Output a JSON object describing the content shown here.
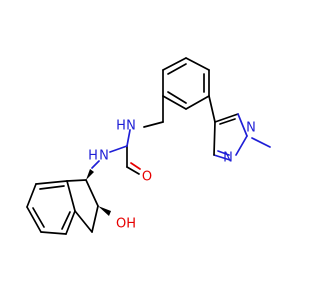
{
  "molecule": {
    "colors": {
      "carbon": "#000000",
      "nitrogen": "#1f1fd6",
      "oxygen": "#e60000"
    },
    "labels": {
      "nh_upper": "N",
      "nh_upper_h": "H",
      "nh_lower": "N",
      "nh_lower_h": "H",
      "carbonyl_o": "O",
      "hydroxyl": "OH",
      "pyrazole_n1": "N",
      "pyrazole_n2": "N",
      "abs_stereo_1": "",
      "abs_stereo_2": ""
    }
  }
}
